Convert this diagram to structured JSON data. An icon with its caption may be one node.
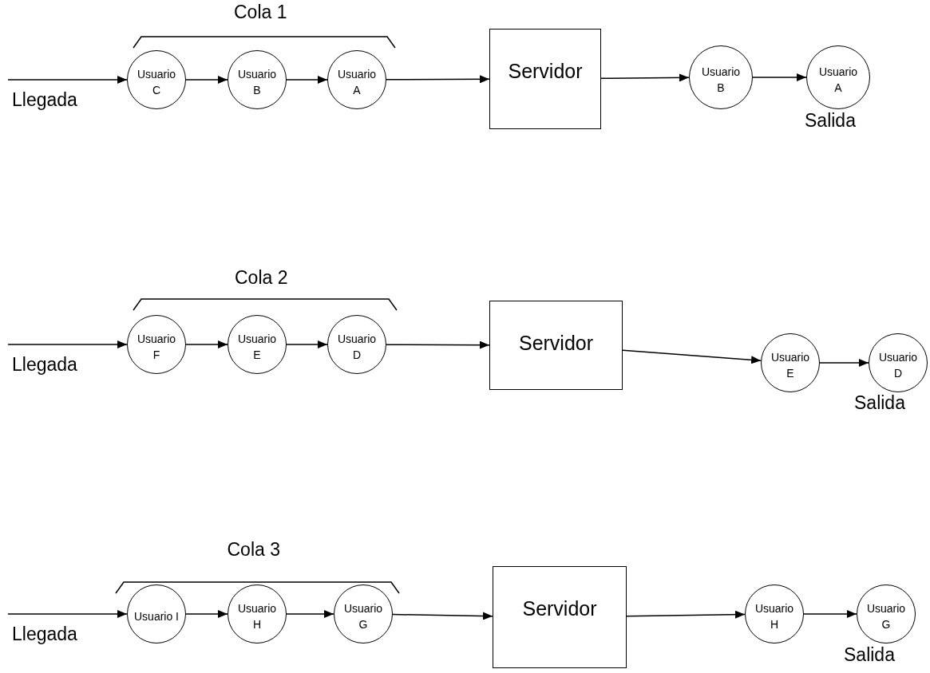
{
  "diagram": {
    "nodes": [
      {
        "text": [
          "Usuario C"
        ]
      },
      {
        "text": [
          "Usuario B"
        ]
      },
      {
        "text": [
          "Usuario A"
        ]
      },
      {
        "text": [
          "Servidor"
        ]
      },
      {
        "text": [
          "Usuario B"
        ]
      },
      {
        "text": [
          "Usuario A"
        ],
        "beside": [
          "Salida"
        ]
      },
      {
        "text": [
          "Usuario F"
        ]
      },
      {
        "text": [
          "Usuario E"
        ]
      },
      {
        "text": [
          "Usuario D"
        ]
      },
      {
        "text": [
          "Servidor"
        ]
      },
      {
        "text": [
          "Usuario E"
        ]
      },
      {
        "text": [
          "Usuario D"
        ],
        "beside": [
          "Salida"
        ]
      },
      {
        "text": [
          "Usuario I"
        ]
      },
      {
        "text": [
          "Usuario H"
        ]
      },
      {
        "text": [
          "Usuario G"
        ]
      },
      {
        "text": [
          "Servidor"
        ]
      },
      {
        "text": [
          "Usuario H"
        ]
      },
      {
        "text": [
          "Usuario G"
        ],
        "beside": [
          "Salida"
        ]
      }
    ],
    "edges": [
      {
        "from": null,
        "to": 0,
        "arrow": "to"
      },
      {
        "from": 0,
        "to": 1,
        "arrow": "to"
      },
      {
        "from": 1,
        "to": 2,
        "arrow": "to"
      },
      {
        "from": 2,
        "to": 3,
        "arrow": "to"
      },
      {
        "from": 3,
        "to": 4,
        "arrow": "to"
      },
      {
        "from": 4,
        "to": 5,
        "arrow": "to"
      },
      {
        "from": null,
        "to": 6,
        "arrow": "to"
      },
      {
        "from": 6,
        "to": 7,
        "arrow": "to"
      },
      {
        "from": 7,
        "to": 8,
        "arrow": "to"
      },
      {
        "from": 8,
        "to": 9,
        "arrow": "to"
      },
      {
        "from": 9,
        "to": 10,
        "arrow": "to"
      },
      {
        "from": 10,
        "to": 11,
        "arrow": "to"
      },
      {
        "from": null,
        "to": 12,
        "arrow": "to"
      },
      {
        "from": 12,
        "to": 13,
        "arrow": "to"
      },
      {
        "from": 13,
        "to": 14,
        "arrow": "to"
      },
      {
        "from": 14,
        "to": 15,
        "arrow": "to"
      },
      {
        "from": 15,
        "to": 16,
        "arrow": "to"
      },
      {
        "from": 16,
        "to": 17,
        "arrow": "to"
      }
    ],
    "labels": [
      "Cola 1",
      "Llegada",
      "Cola 2",
      "Llegada",
      "Cola 3",
      "Llegada"
    ]
  }
}
